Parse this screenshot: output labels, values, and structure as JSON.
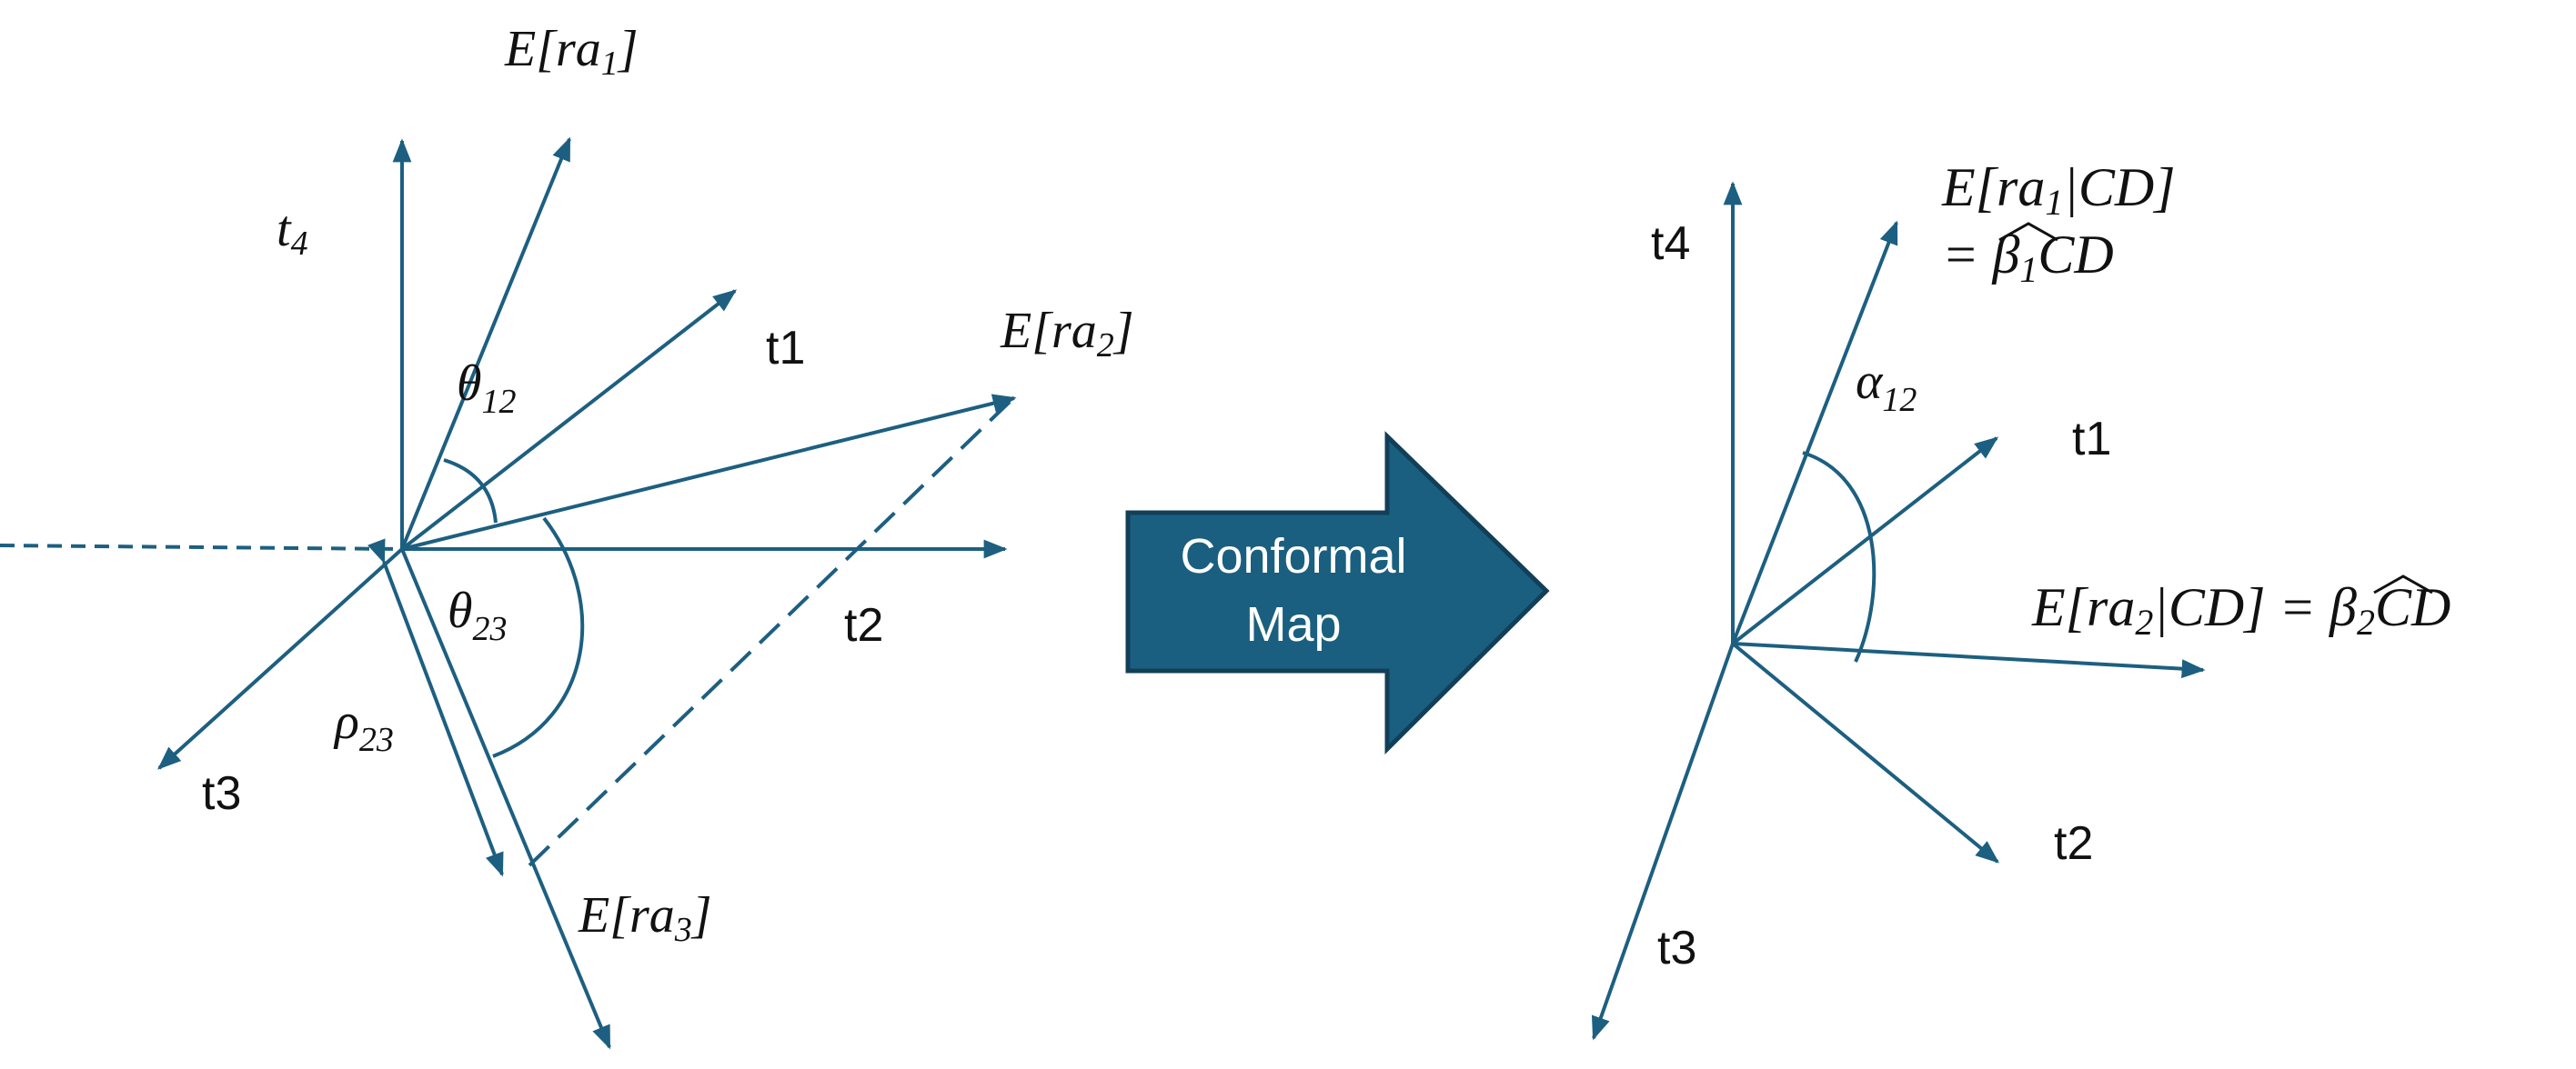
{
  "colors": {
    "stroke": "#1d5f80",
    "arrow_fill": "#1a5f7f",
    "arrow_border": "#123f58",
    "arrow_text": "#ffffff",
    "text": "#111111"
  },
  "left_diagram": {
    "axis_t4": "t",
    "axis_t4_sub": "4",
    "axis_t1": "t1",
    "axis_t2": "t2",
    "axis_t3": "t3",
    "vec_ra1": "E[ra",
    "vec_ra1_sub": "1",
    "vec_ra1_close": "]",
    "vec_ra2": "E[ra",
    "vec_ra2_sub": "2",
    "vec_ra2_close": "]",
    "vec_ra3": "E[ra",
    "vec_ra3_sub": "3",
    "vec_ra3_close": "]",
    "theta12": "θ",
    "theta12_sub": "12",
    "theta23": "θ",
    "theta23_sub": "23",
    "rho23": "ρ",
    "rho23_sub": "23"
  },
  "arrow": {
    "line1": "Conformal",
    "line2": "Map"
  },
  "right_diagram": {
    "axis_t4": "t4",
    "axis_t1": "t1",
    "axis_t2": "t2",
    "axis_t3": "t3",
    "alpha12": "α",
    "alpha12_sub": "12",
    "ra1_line1_a": "E[ra",
    "ra1_line1_sub": "1",
    "ra1_line1_b": "|CD]",
    "ra1_line2_a": "= ",
    "ra1_line2_beta": "β",
    "ra1_line2_sub": "1",
    "ra1_line2_b": "CD",
    "ra2_a": "E[ra",
    "ra2_sub": "2",
    "ra2_b": "|CD] = ",
    "ra2_beta": "β",
    "ra2_beta_sub": "2",
    "ra2_c": "CD"
  }
}
